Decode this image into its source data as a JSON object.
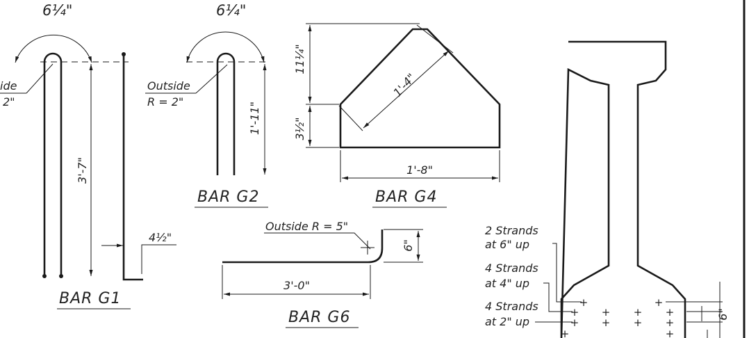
{
  "drawing": {
    "g1": {
      "title": "BAR G1",
      "arc_dim": "6¼\"",
      "radius_note_line1": "ide",
      "radius_note_line2": "2\"",
      "height_dim": "3'-7\"",
      "offset_dim": "4½\""
    },
    "g2": {
      "title": "BAR G2",
      "arc_dim": "6¼\"",
      "radius_note_line1": "Outside",
      "radius_note_line2": "R = 2\"",
      "height_dim": "1'-11\""
    },
    "g4": {
      "title": "BAR G4",
      "top_dim": "11¼\"",
      "lower_dim": "3½\"",
      "diag_dim": "1'-4\"",
      "width_dim": "1'-8\""
    },
    "g6": {
      "title": "BAR G6",
      "radius_note": "Outside R = 5\"",
      "height_dim": "6\"",
      "length_dim": "3'-0\""
    },
    "beam": {
      "strand_note_1_line1": "2 Strands",
      "strand_note_1_line2": "at 6\" up",
      "strand_note_2_line1": "4 Strands",
      "strand_note_2_line2": "at 4\" up",
      "strand_note_3_line1": "4 Strands",
      "strand_note_3_line2": "at 2\" up",
      "spacing_dim": "6\""
    },
    "colors": {
      "line": "#1a1a1a",
      "background": "#ffffff"
    }
  }
}
